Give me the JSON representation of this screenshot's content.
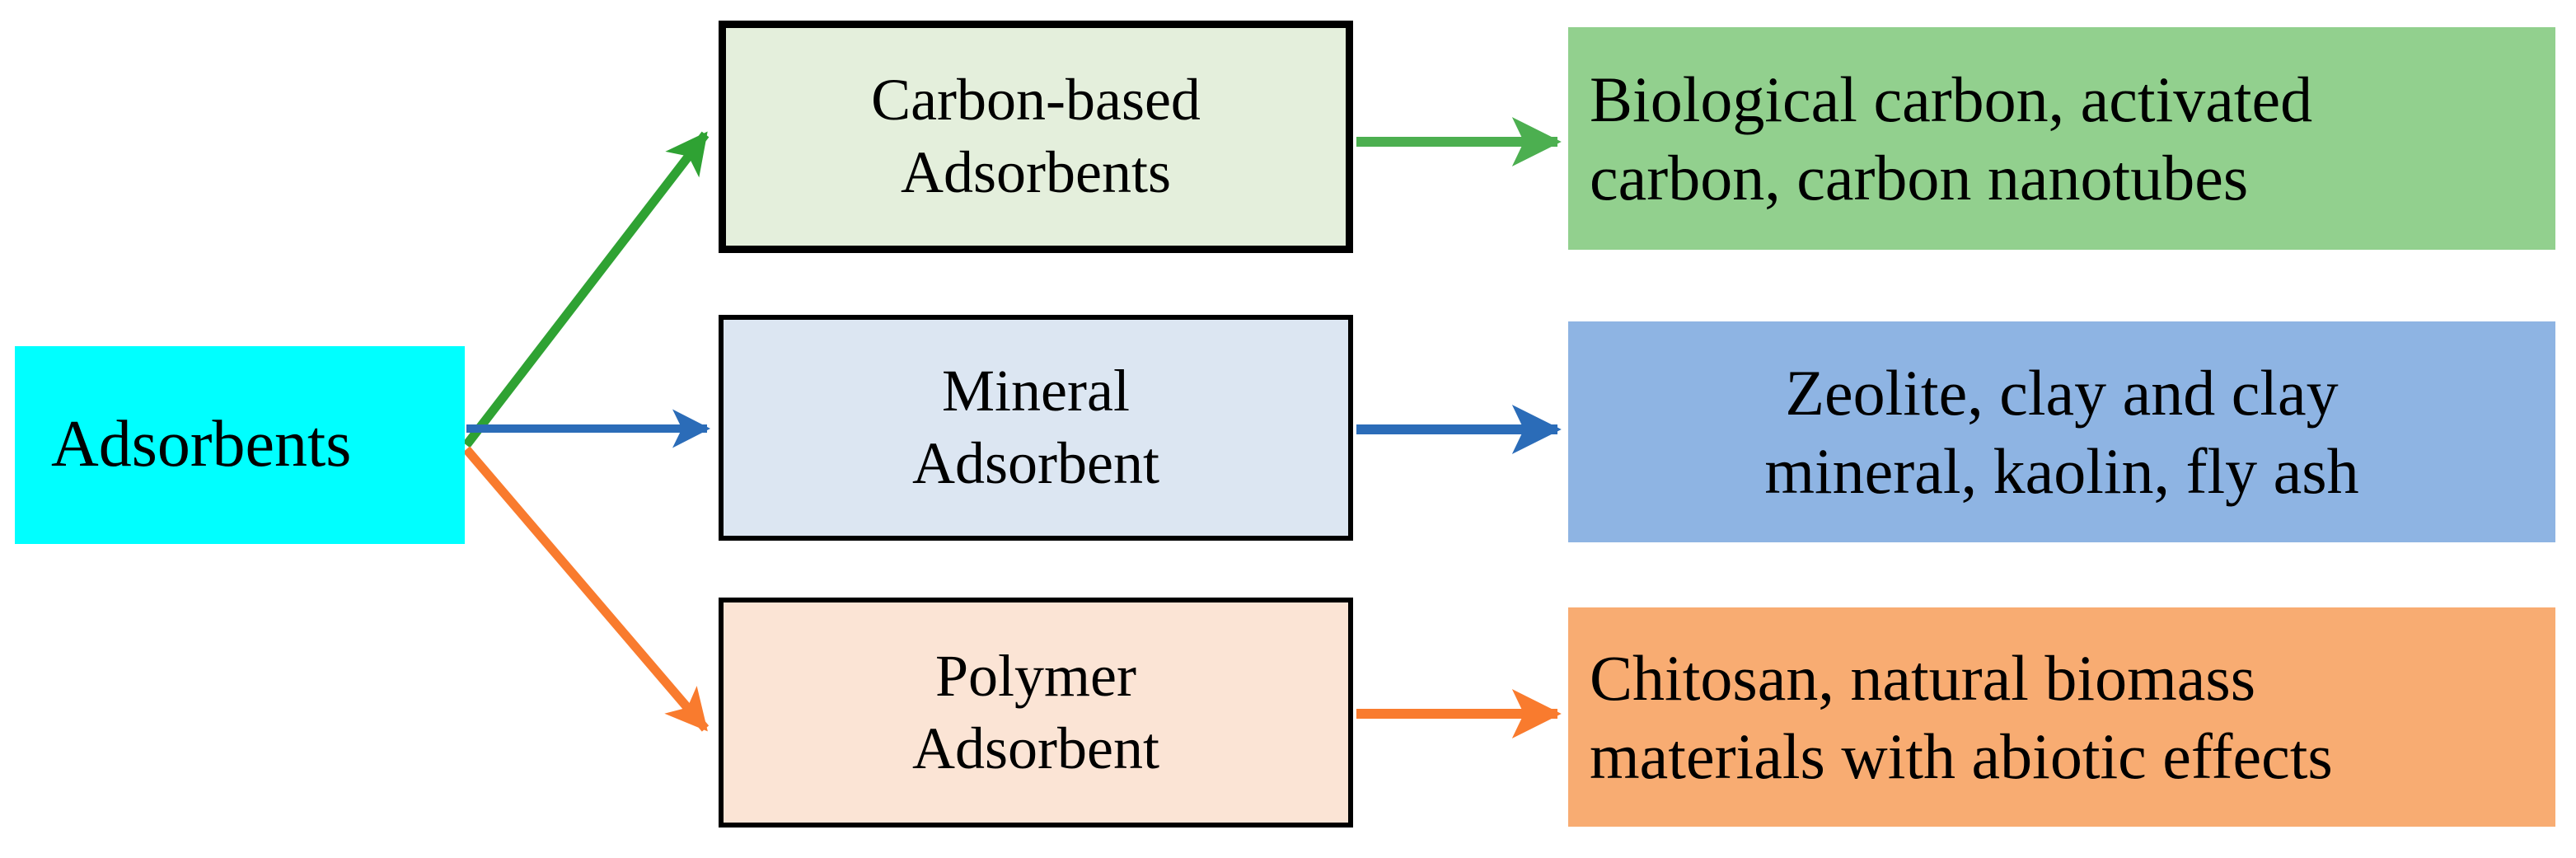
{
  "diagram": {
    "title": "Adsorbents classification flow diagram",
    "root": {
      "label": "Adsorbents",
      "color": "#00FFFF"
    },
    "categories": [
      {
        "key": "carbon",
        "label": "Carbon-based\nAdsorbents",
        "fill": "#E4EFDC",
        "border": "#000000"
      },
      {
        "key": "mineral",
        "label": "Mineral\nAdsorbent",
        "fill": "#DCE6F2",
        "border": "#000000"
      },
      {
        "key": "polymer",
        "label": "Polymer\nAdsorbent",
        "fill": "#FBE4D5",
        "border": "#000000"
      }
    ],
    "examples": [
      {
        "key": "carbon",
        "label": "Biological  carbon, activated\ncarbon, carbon nanotubes",
        "fill": "#92D08E"
      },
      {
        "key": "mineral",
        "label": "Zeolite, clay and clay\nmineral, kaolin, fly ash",
        "fill": "#8EB4E3"
      },
      {
        "key": "polymer",
        "label": "Chitosan, natural biomass\nmaterials with abiotic effects",
        "fill": "#F8AC72"
      }
    ],
    "arrows": [
      {
        "key": "root-to-carbon",
        "color": "#2FA233",
        "icon": "arrow-up-right-icon"
      },
      {
        "key": "root-to-mineral",
        "color": "#2B6CB8",
        "icon": "arrow-right-icon"
      },
      {
        "key": "root-to-polymer",
        "color": "#F97B2E",
        "icon": "arrow-down-right-icon"
      },
      {
        "key": "carbon-to-example",
        "color": "#4CAF50",
        "icon": "arrow-right-icon"
      },
      {
        "key": "mineral-to-example",
        "color": "#2B6CB8",
        "icon": "arrow-right-icon"
      },
      {
        "key": "polymer-to-example",
        "color": "#F97B2E",
        "icon": "arrow-right-icon"
      }
    ]
  }
}
